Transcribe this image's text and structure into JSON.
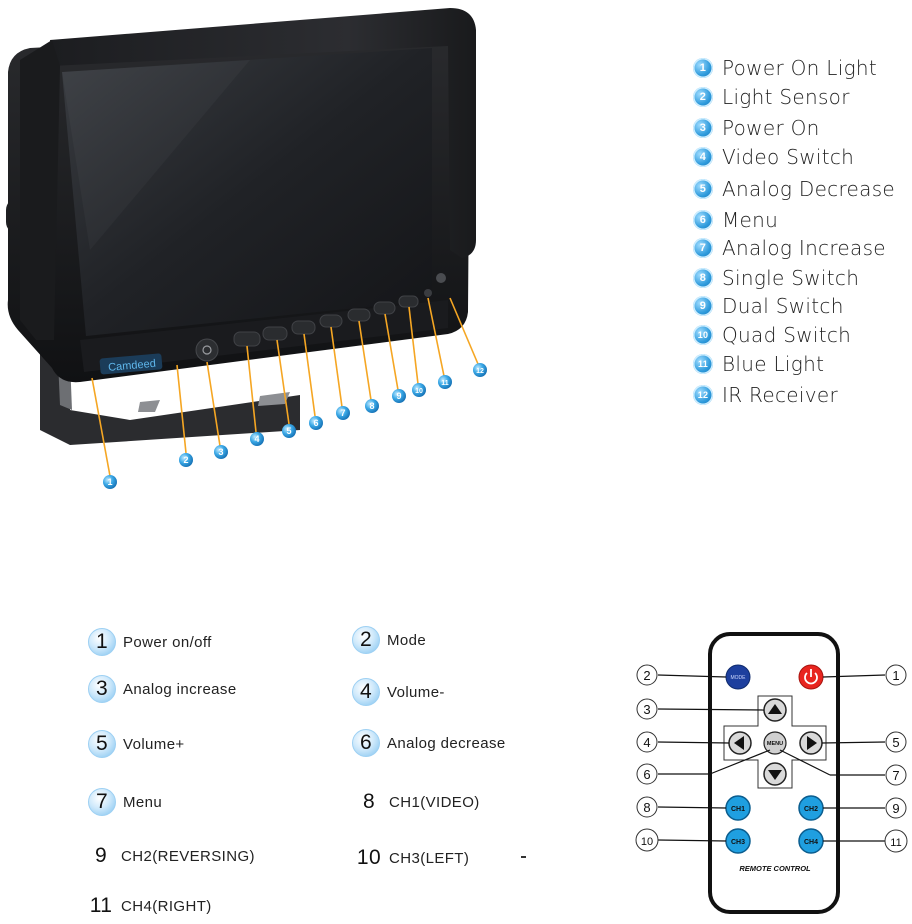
{
  "monitor": {
    "brand_text": "Camdeed",
    "callouts": [
      "1",
      "2",
      "3",
      "4",
      "5",
      "6",
      "7",
      "8",
      "9",
      "10",
      "11",
      "12"
    ]
  },
  "monitor_legend": [
    {
      "num": "1",
      "label": "Power On Light"
    },
    {
      "num": "2",
      "label": "Light Sensor"
    },
    {
      "num": "3",
      "label": "Power On"
    },
    {
      "num": "4",
      "label": "Video Switch"
    },
    {
      "num": "5",
      "label": "Analog Decrease"
    },
    {
      "num": "6",
      "label": "Menu"
    },
    {
      "num": "7",
      "label": "Analog Increase"
    },
    {
      "num": "8",
      "label": "Single Switch"
    },
    {
      "num": "9",
      "label": "Dual Switch"
    },
    {
      "num": "10",
      "label": "Quad Switch"
    },
    {
      "num": "11",
      "label": "Blue Light"
    },
    {
      "num": "12",
      "label": "IR Receiver"
    }
  ],
  "remote_legend": [
    {
      "num": "1",
      "label": "Power on/off"
    },
    {
      "num": "2",
      "label": "Mode"
    },
    {
      "num": "3",
      "label": "Analog increase"
    },
    {
      "num": "4",
      "label": "Volume-"
    },
    {
      "num": "5",
      "label": "Volume+"
    },
    {
      "num": "6",
      "label": "Analog decrease"
    },
    {
      "num": "7",
      "label": "Menu"
    },
    {
      "num": "8",
      "label": "CH1(VIDEO)"
    },
    {
      "num": "9",
      "label": "CH2(REVERSING)"
    },
    {
      "num": "10",
      "label": "CH3(LEFT)"
    },
    {
      "num": "11",
      "label": "CH4(RIGHT)"
    }
  ],
  "remote": {
    "menu_label": "MENU",
    "mode_label": "MODE",
    "ch1": "CH1",
    "ch2": "CH2",
    "ch3": "CH3",
    "ch4": "CH4",
    "footer": "REMOTE CONTROL",
    "callouts_left": [
      "2",
      "3",
      "4",
      "6",
      "8",
      "10"
    ],
    "callouts_right": [
      "1",
      "5",
      "7",
      "9",
      "11"
    ],
    "colors": {
      "power": "#e8251f",
      "mode": "#1d3f9e",
      "channel": "#1f9fe0"
    }
  }
}
